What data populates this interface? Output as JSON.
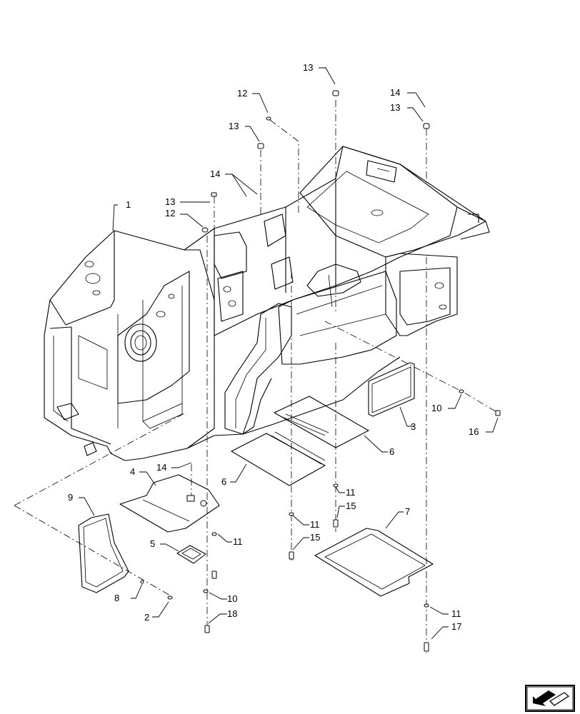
{
  "labels": {
    "l1": "1",
    "l2": "2",
    "l3": "3",
    "l4": "4",
    "l5": "5",
    "l6a": "6",
    "l6b": "6",
    "l7": "7",
    "l8": "8",
    "l9": "9",
    "l10a": "10",
    "l10b": "10",
    "l11a": "11",
    "l11b": "11",
    "l11c": "11",
    "l11d": "11",
    "l12a": "12",
    "l12b": "12",
    "l13a": "13",
    "l13b": "13",
    "l13c": "13",
    "l13d": "13",
    "l14a": "14",
    "l14b": "14",
    "l14c": "14",
    "l15a": "15",
    "l15b": "15",
    "l16": "16",
    "l17": "17",
    "l18": "18"
  },
  "nav_icon": "arrow-nav-icon"
}
